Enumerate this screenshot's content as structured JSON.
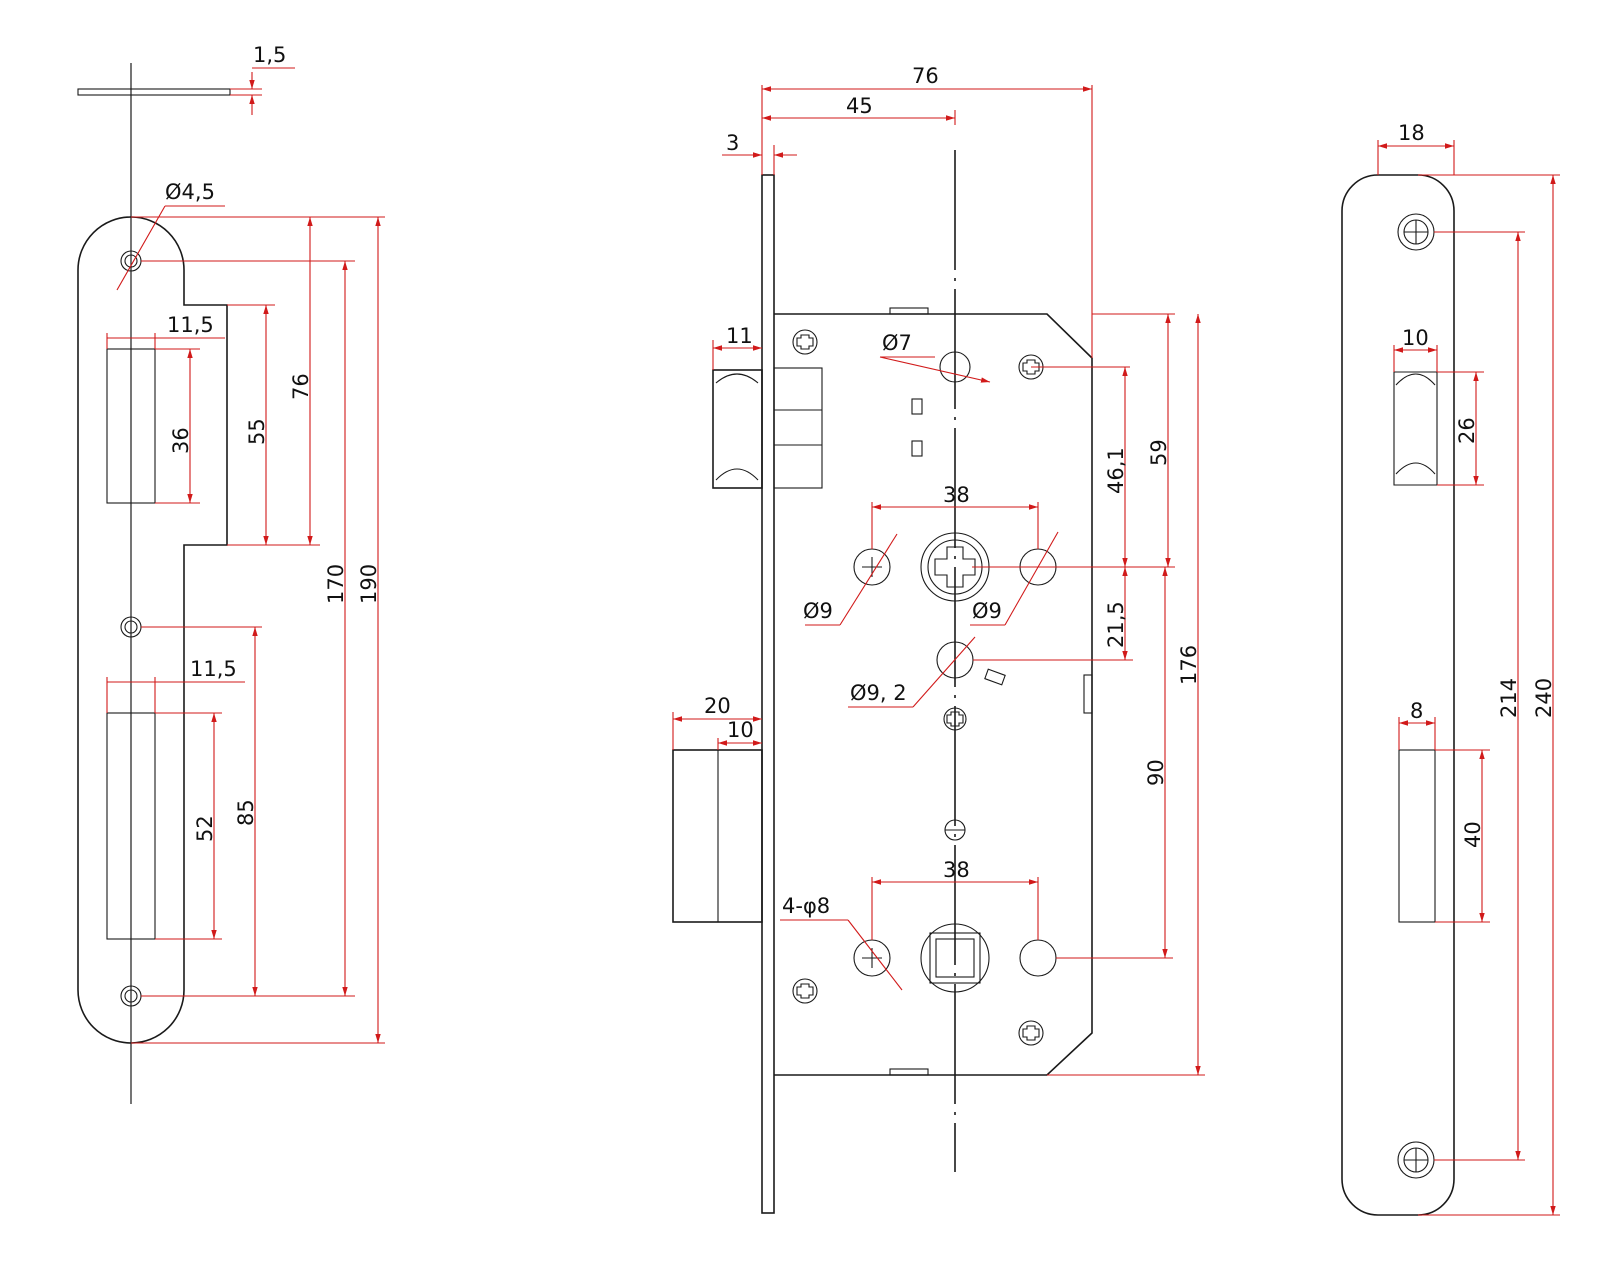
{
  "colors": {
    "outline": "#1a1a1a",
    "dimension": "#d11a1a",
    "background": "#ffffff"
  },
  "left_strike_plate": {
    "thickness": "1,5",
    "hole_diameter": "Ø4,5",
    "slot1_width": "11,5",
    "slot1_height": "36",
    "recess_height": "55",
    "recess_offset": "76",
    "hole_span": "170",
    "total_length": "190",
    "slot2_width": "11,5",
    "slot2_height": "52",
    "slot2_offset": "85"
  },
  "lock_body": {
    "overall_width": "76",
    "backset": "45",
    "faceplate_thickness": "3",
    "latch_projection": "11",
    "deadbolt_projection": "20",
    "deadbolt_inner": "10",
    "hole_top": "Ø7",
    "dist_46": "46,1",
    "dist_59": "59",
    "handle_spacing_top": "38",
    "hole_left": "Ø9",
    "hole_right": "Ø9",
    "dist_21": "21,5",
    "hole_center": "Ø9, 2",
    "body_height": "176",
    "center_distance": "90",
    "handle_spacing_bottom": "38",
    "fixing_holes": "4-φ8"
  },
  "right_faceplate": {
    "width": "18",
    "latch_slot_width": "10",
    "latch_slot_height": "26",
    "bolt_slot_width": "8",
    "bolt_slot_height": "40",
    "hole_span": "214",
    "total_length": "240"
  }
}
